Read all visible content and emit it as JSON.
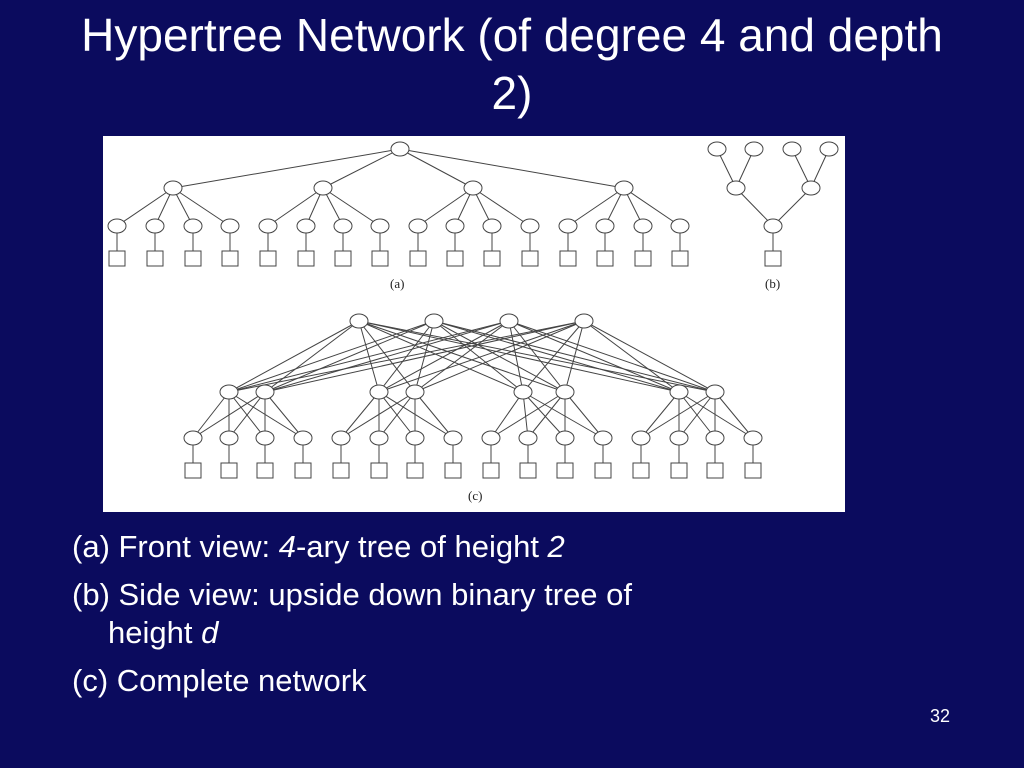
{
  "slide": {
    "title": "Hypertree Network (of degree 4 and depth 2)",
    "page_number": "32"
  },
  "figure": {
    "panel_a_label": "(a)",
    "panel_b_label": "(b)",
    "panel_c_label": "(c)",
    "colors": {
      "background": "#ffffff",
      "stroke": "#444444",
      "node_fill": "#ffffff"
    }
  },
  "bullets": [
    {
      "prefix": "(a) Front view:  ",
      "italic": "4",
      "text": "-ary tree of height ",
      "italic2": "2"
    },
    {
      "prefix": "(b) Side view: upside down binary tree of",
      "continuation": "height ",
      "italic": "d"
    },
    {
      "prefix": "(c) Complete network"
    }
  ]
}
